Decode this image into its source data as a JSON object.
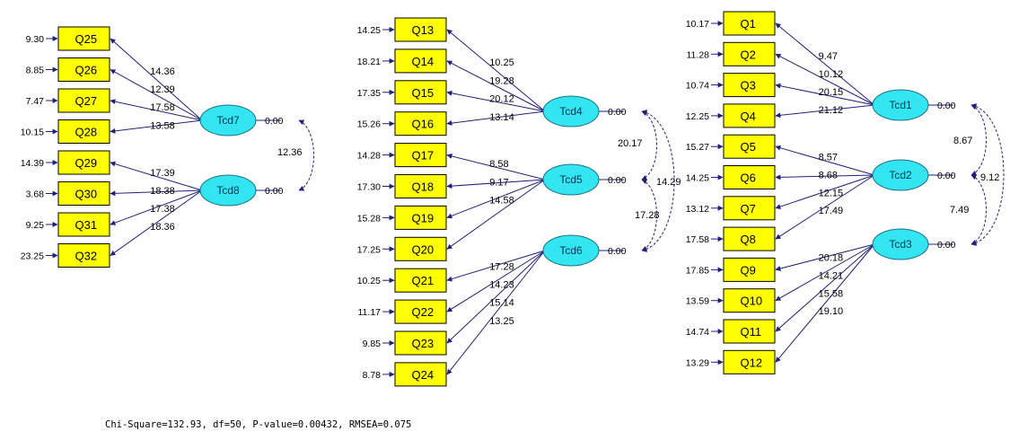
{
  "fit_statistics": "Chi-Square=132.93, df=50, P-value=0.00432, RMSEA=0.075",
  "diagram_data": {
    "factors": [
      {
        "id": "Tcd1",
        "variance": "0.00",
        "items": [
          "Q1",
          "Q2",
          "Q3",
          "Q4"
        ],
        "loadings": [
          "9.47",
          "10.12",
          "20.15",
          "21.12"
        ]
      },
      {
        "id": "Tcd2",
        "variance": "0.00",
        "items": [
          "Q5",
          "Q6",
          "Q7",
          "Q8"
        ],
        "loadings": [
          "8.57",
          "8.68",
          "12.15",
          "17.49"
        ]
      },
      {
        "id": "Tcd3",
        "variance": "0.00",
        "items": [
          "Q9",
          "Q10",
          "Q11",
          "Q12"
        ],
        "loadings": [
          "20.18",
          "14.21",
          "15.58",
          "19.10"
        ]
      },
      {
        "id": "Tcd4",
        "variance": "0.00",
        "items": [
          "Q13",
          "Q14",
          "Q15",
          "Q16"
        ],
        "loadings": [
          "10.25",
          "19.28",
          "20.12",
          "13.14"
        ]
      },
      {
        "id": "Tcd5",
        "variance": "0.00",
        "items": [
          "Q17",
          "Q18",
          "Q19",
          "Q20"
        ],
        "loadings": [
          "8.58",
          "9.17",
          "14.58",
          ""
        ]
      },
      {
        "id": "Tcd6",
        "variance": "0.00",
        "items": [
          "Q21",
          "Q22",
          "Q23",
          "Q24"
        ],
        "loadings": [
          "17.28",
          "14.23",
          "15.14",
          "13.25"
        ]
      },
      {
        "id": "Tcd7",
        "variance": "0.00",
        "items": [
          "Q25",
          "Q26",
          "Q27",
          "Q28"
        ],
        "loadings": [
          "14.36",
          "12.39",
          "17.58",
          "13.58"
        ]
      },
      {
        "id": "Tcd8",
        "variance": "0.00",
        "items": [
          "Q29",
          "Q30",
          "Q31",
          "Q32"
        ],
        "loadings": [
          "17.39",
          "18.38",
          "17.38",
          "18.36"
        ]
      }
    ],
    "error_variances": {
      "Q1": "10.17",
      "Q2": "11.28",
      "Q3": "10.74",
      "Q4": "12.25",
      "Q5": "15.27",
      "Q6": "14.25",
      "Q7": "13.12",
      "Q8": "17.58",
      "Q9": "17.85",
      "Q10": "13.59",
      "Q11": "14.74",
      "Q12": "13.29",
      "Q13": "14.25",
      "Q14": "18.21",
      "Q15": "17.35",
      "Q16": "15.26",
      "Q17": "14.28",
      "Q18": "17.30",
      "Q19": "15.28",
      "Q20": "17.25",
      "Q21": "10.25",
      "Q22": "11.17",
      "Q23": "9.85",
      "Q24": "8.78",
      "Q25": "9.30",
      "Q26": "8.85",
      "Q27": "7.47",
      "Q28": "10.15",
      "Q29": "14.39",
      "Q30": "3.68",
      "Q31": "9.25",
      "Q32": "23.25"
    },
    "covariances": [
      {
        "from": "Tcd1",
        "to": "Tcd2",
        "value": "8.67"
      },
      {
        "from": "Tcd2",
        "to": "Tcd3",
        "value": "7.49"
      },
      {
        "from": "Tcd1",
        "to": "Tcd3",
        "value": "9.12"
      },
      {
        "from": "Tcd4",
        "to": "Tcd5",
        "value": "20.17"
      },
      {
        "from": "Tcd5",
        "to": "Tcd6",
        "value": "17.28"
      },
      {
        "from": "Tcd4",
        "to": "Tcd6",
        "value": "14.29"
      },
      {
        "from": "Tcd7",
        "to": "Tcd8",
        "value": "12.36"
      }
    ]
  }
}
